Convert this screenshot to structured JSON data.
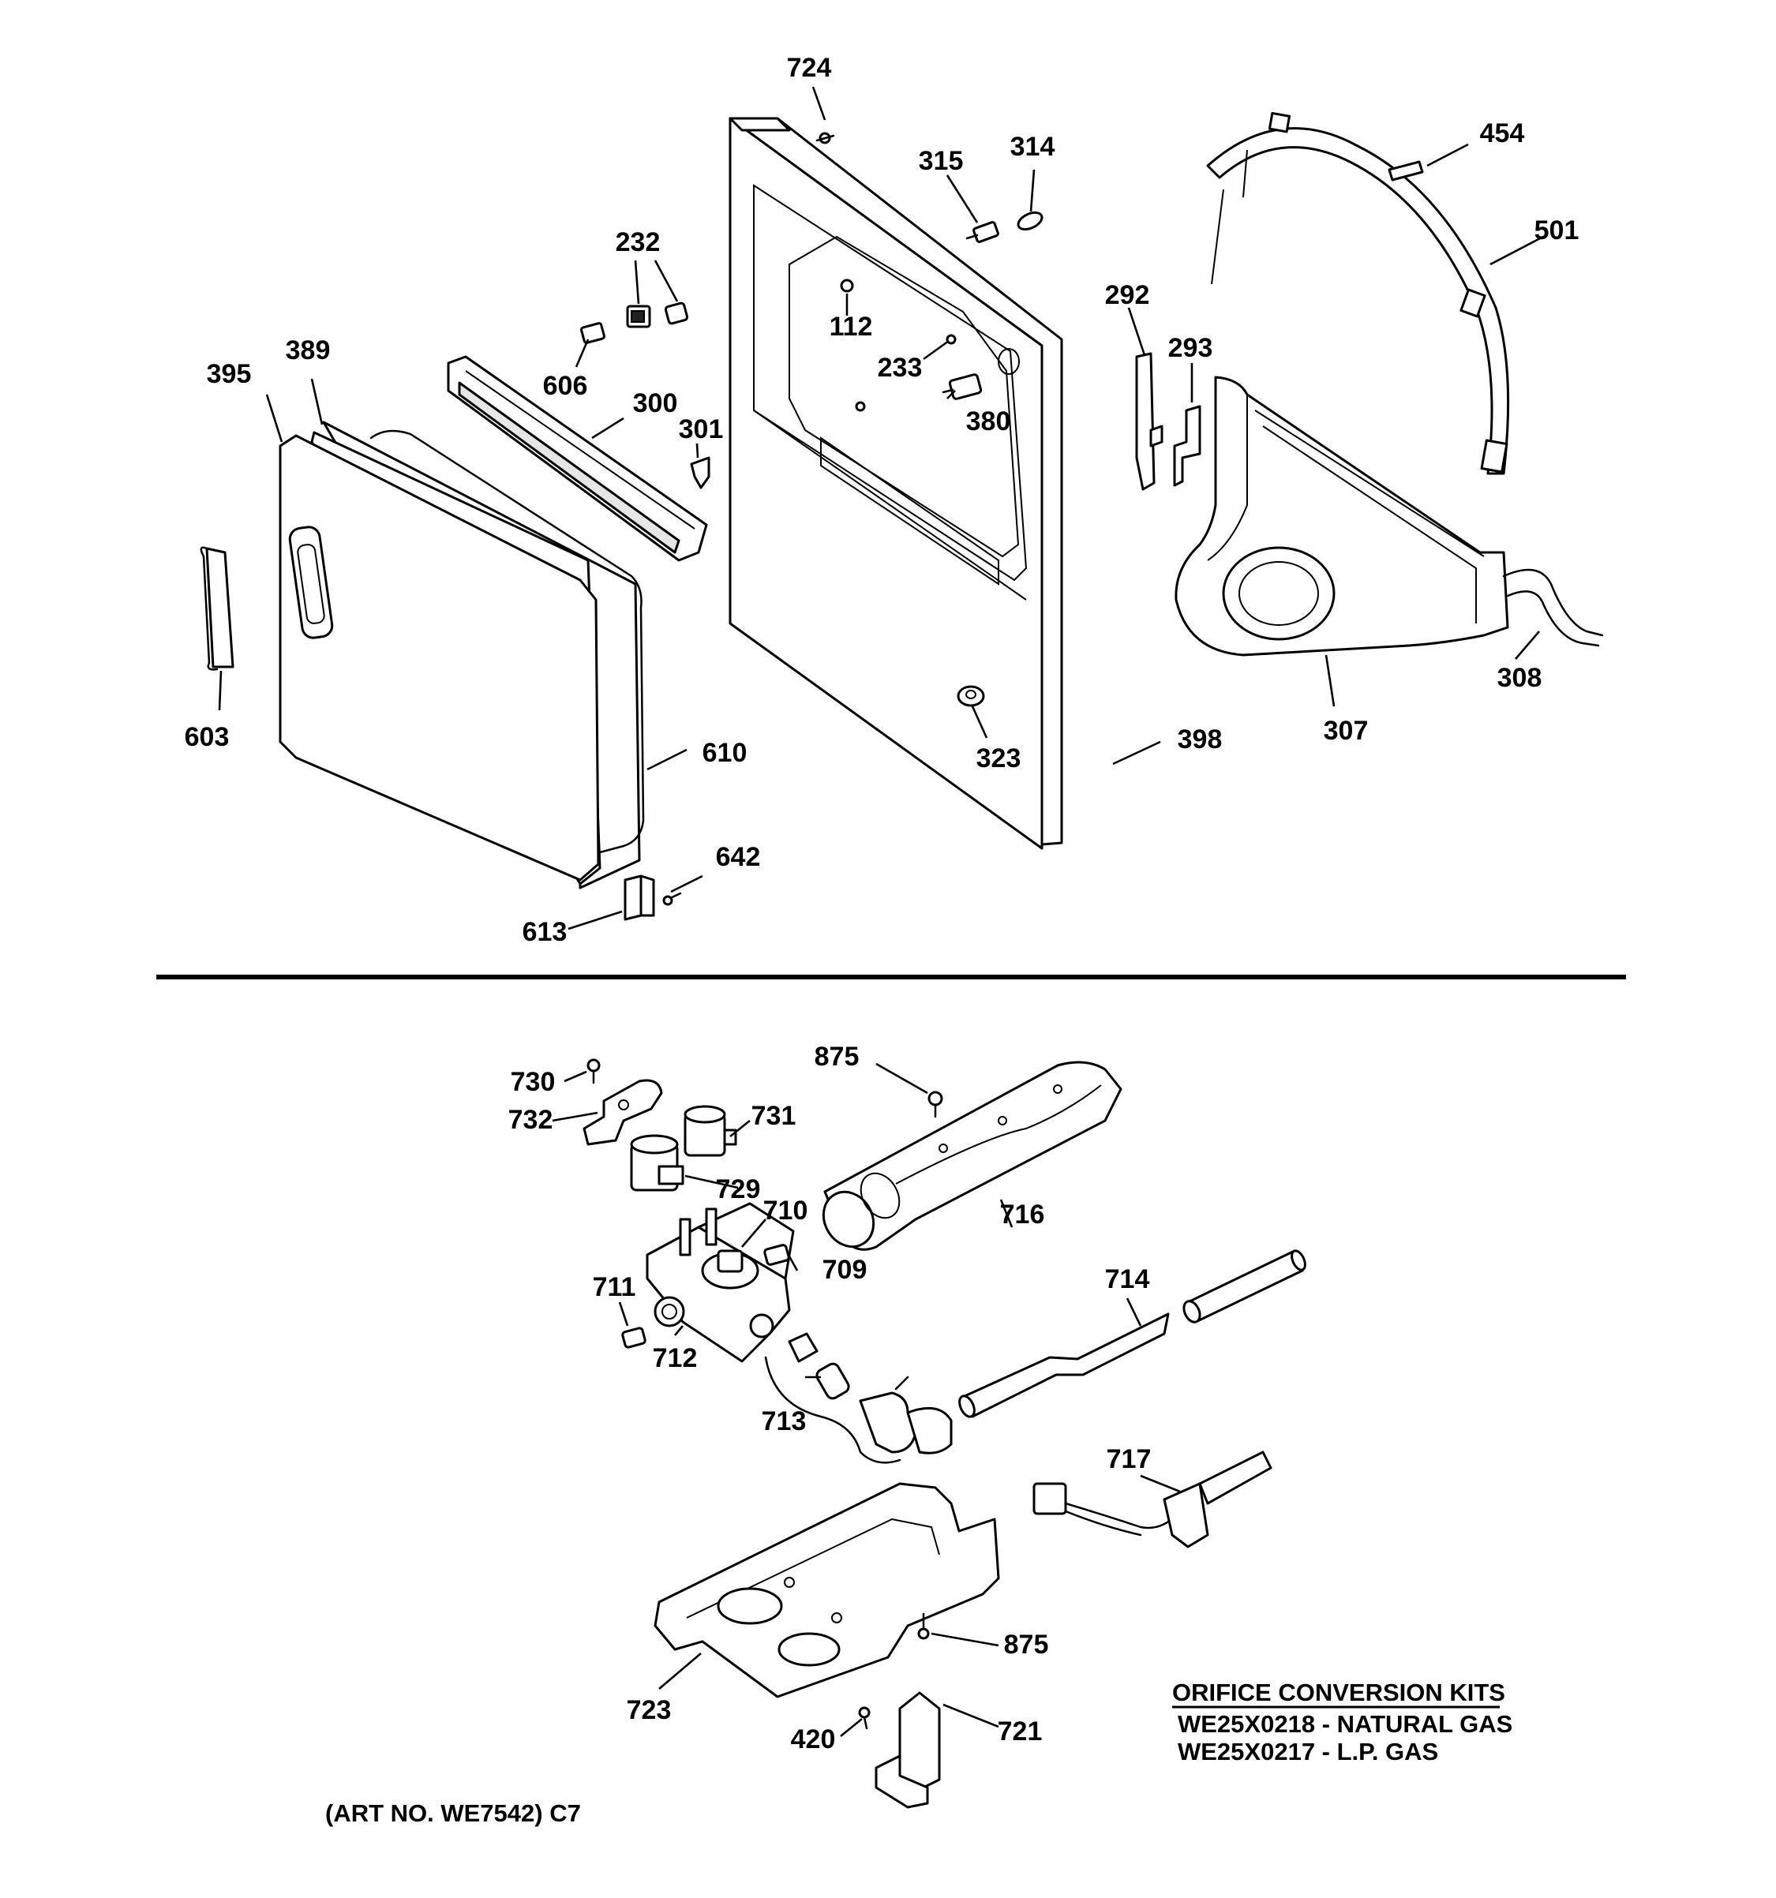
{
  "labels": {
    "p724": "724",
    "p315": "315",
    "p314": "314",
    "p454": "454",
    "p501": "501",
    "p232": "232",
    "p112": "112",
    "p292": "292",
    "p293": "293",
    "p389": "389",
    "p395": "395",
    "p606": "606",
    "p300": "300",
    "p301": "301",
    "p233": "233",
    "p380": "380",
    "p603": "603",
    "p610": "610",
    "p323": "323",
    "p398": "398",
    "p307": "307",
    "p308": "308",
    "p642": "642",
    "p613": "613",
    "p875a": "875",
    "p730": "730",
    "p732": "732",
    "p731": "731",
    "p729": "729",
    "p716": "716",
    "p710": "710",
    "p709": "709",
    "p714": "714",
    "p711": "711",
    "p712": "712",
    "p713": "713",
    "p717": "717",
    "p875b": "875",
    "p723": "723",
    "p721": "721",
    "p420": "420"
  },
  "kits": {
    "title": "ORIFICE CONVERSION KITS",
    "natural_gas": "WE25X0218 - NATURAL GAS",
    "lp_gas": "WE25X0217 - L.P. GAS"
  },
  "art_number": "(ART NO. WE7542) C7"
}
